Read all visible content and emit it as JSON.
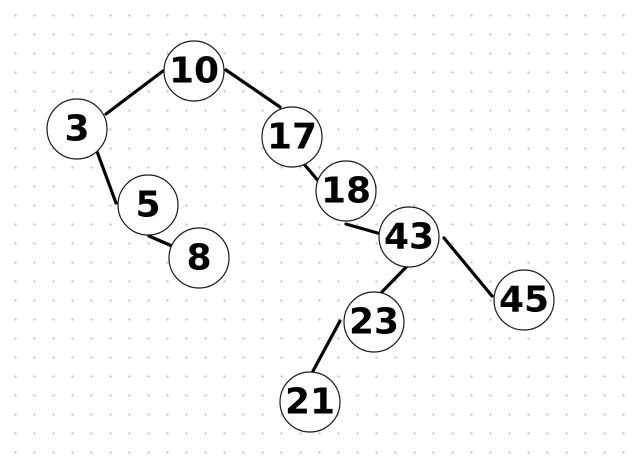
{
  "diagram": {
    "kind": "binary-search-tree",
    "colors": {
      "node_fill": "#ffffff",
      "node_stroke": "#1a1a1a",
      "edge": "#000000",
      "text": "#000000"
    },
    "nodes": [
      {
        "id": "n10",
        "label": "10"
      },
      {
        "id": "n3",
        "label": "3"
      },
      {
        "id": "n17",
        "label": "17"
      },
      {
        "id": "n5",
        "label": "5"
      },
      {
        "id": "n8",
        "label": "8"
      },
      {
        "id": "n18",
        "label": "18"
      },
      {
        "id": "n43",
        "label": "43"
      },
      {
        "id": "n23",
        "label": "23"
      },
      {
        "id": "n45",
        "label": "45"
      },
      {
        "id": "n21",
        "label": "21"
      }
    ],
    "edges": [
      {
        "from": "n10",
        "to": "n3"
      },
      {
        "from": "n10",
        "to": "n17"
      },
      {
        "from": "n3",
        "to": "n5"
      },
      {
        "from": "n5",
        "to": "n8"
      },
      {
        "from": "n17",
        "to": "n18"
      },
      {
        "from": "n18",
        "to": "n43"
      },
      {
        "from": "n43",
        "to": "n23"
      },
      {
        "from": "n43",
        "to": "n45"
      },
      {
        "from": "n23",
        "to": "n21"
      }
    ]
  }
}
